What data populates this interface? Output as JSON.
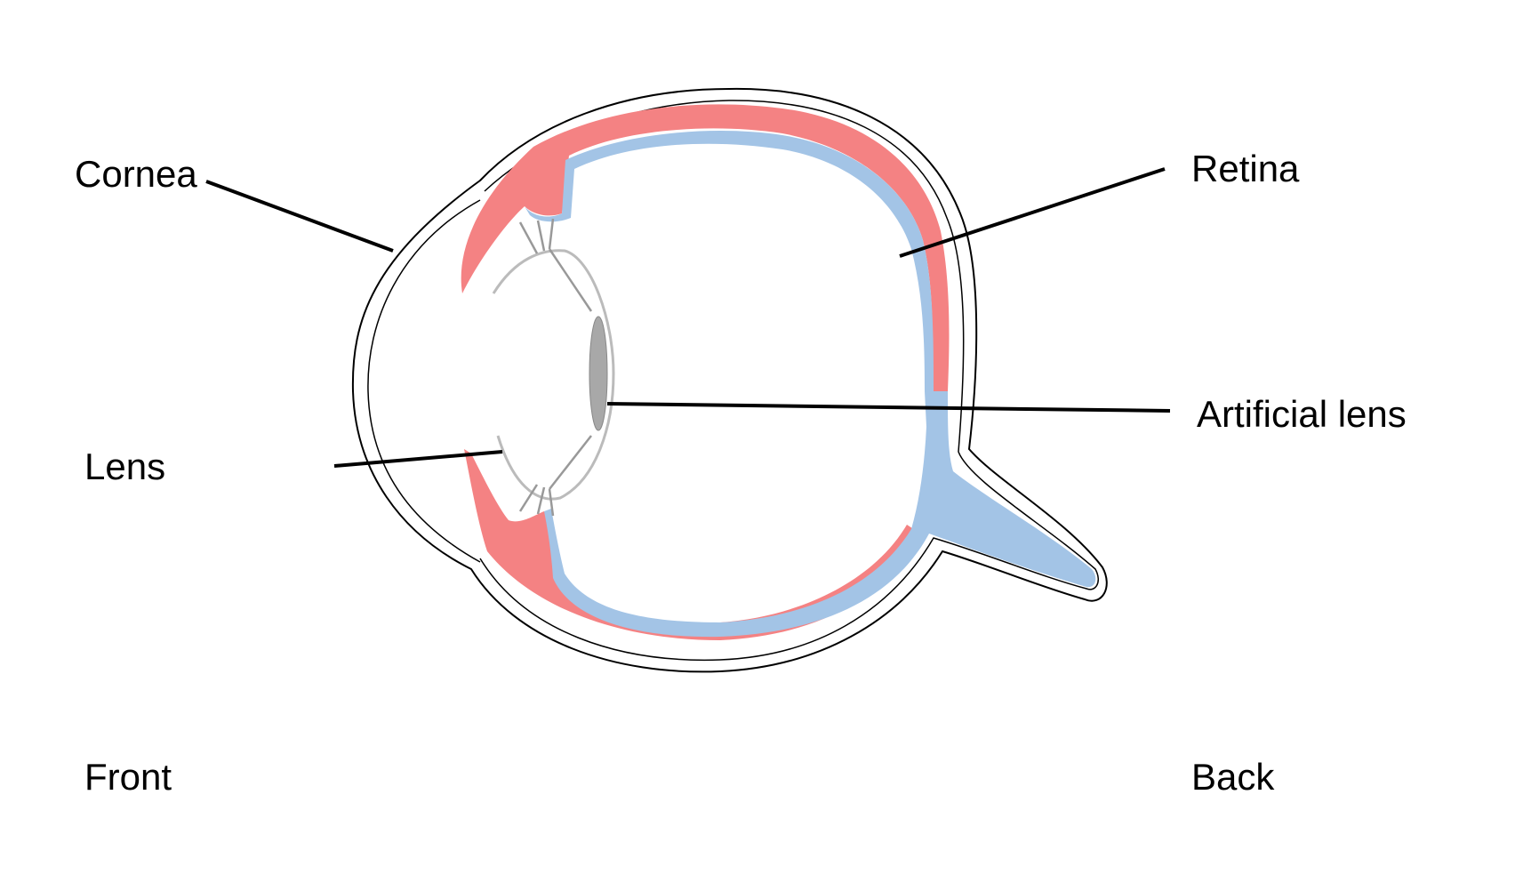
{
  "labels": {
    "cornea": "Cornea",
    "retina": "Retina",
    "artificial_lens": "Artificial lens",
    "lens": "Lens",
    "front": "Front",
    "back": "Back"
  },
  "colors": {
    "choroid_red": "#F48283",
    "retina_blue": "#A3C4E6",
    "outline": "#000000",
    "lens_gray": "#A8A8A8",
    "leader_line": "#000000",
    "background": "#FFFFFF"
  }
}
